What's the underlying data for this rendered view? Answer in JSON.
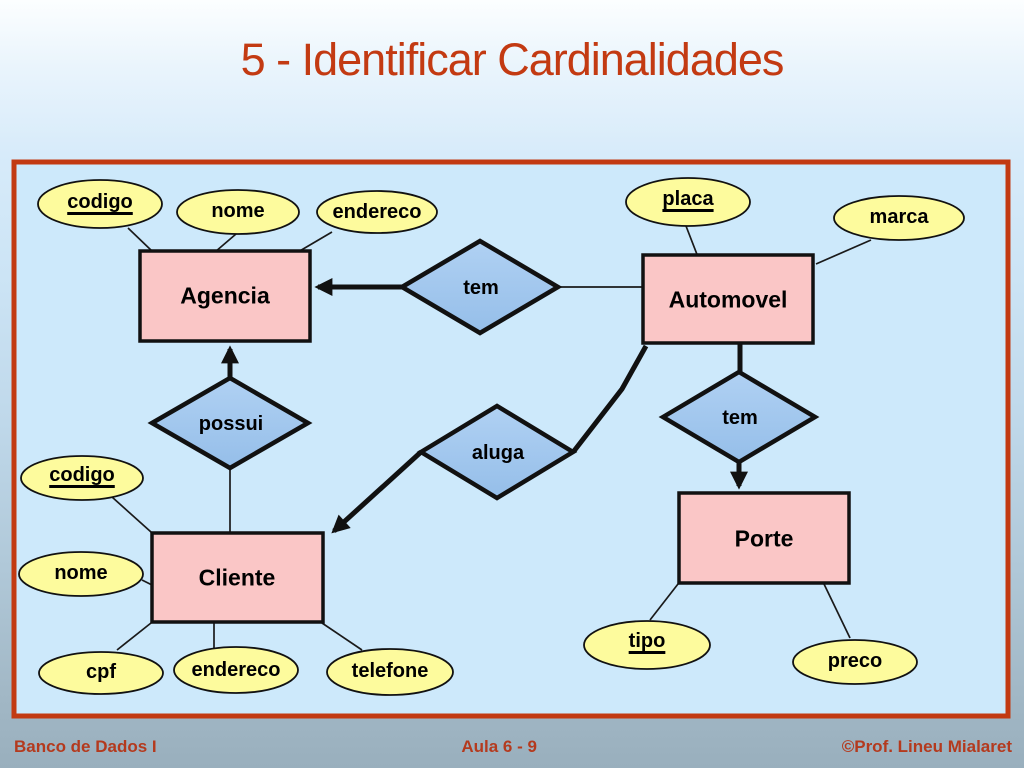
{
  "slide": {
    "title": "5 - Identificar Cardinalidades",
    "footer": {
      "left": "Banco de Dados I",
      "center": "Aula 6 - 9",
      "right": "©Prof. Lineu Mialaret"
    }
  },
  "colors": {
    "title_red": "#C33A12",
    "frame_red": "#C23A12",
    "entity_fill": "#FAC6C6",
    "relationship_fill": "#A5CAEF",
    "attribute_fill": "#FDFB9D",
    "canvas_blue": "#CDE9FB",
    "footer_text": "#B43A1E",
    "shape_stroke": "#111111"
  },
  "diagram": {
    "entities": [
      {
        "label": "Agencia"
      },
      {
        "label": "Automovel"
      },
      {
        "label": "Cliente"
      },
      {
        "label": "Porte"
      }
    ],
    "relationships": [
      {
        "label": "tem",
        "between": [
          "Automovel",
          "Agencia"
        ],
        "arrow_to": "Agencia"
      },
      {
        "label": "possui",
        "between": [
          "Cliente",
          "Agencia"
        ],
        "arrow_to": "Agencia"
      },
      {
        "label": "aluga",
        "between": [
          "Automovel",
          "Cliente"
        ],
        "arrow_to": "Cliente"
      },
      {
        "label": "tem",
        "between": [
          "Automovel",
          "Porte"
        ],
        "arrow_to": "Porte"
      }
    ],
    "attributes": [
      {
        "label": "codigo",
        "entity": "Agencia",
        "key": true
      },
      {
        "label": "nome",
        "entity": "Agencia",
        "key": false
      },
      {
        "label": "endereco",
        "entity": "Agencia",
        "key": false
      },
      {
        "label": "placa",
        "entity": "Automovel",
        "key": true
      },
      {
        "label": "marca",
        "entity": "Automovel",
        "key": false
      },
      {
        "label": "codigo",
        "entity": "Cliente",
        "key": true
      },
      {
        "label": "nome",
        "entity": "Cliente",
        "key": false
      },
      {
        "label": "cpf",
        "entity": "Cliente",
        "key": false
      },
      {
        "label": "endereco",
        "entity": "Cliente",
        "key": false
      },
      {
        "label": "telefone",
        "entity": "Cliente",
        "key": false
      },
      {
        "label": "tipo",
        "entity": "Porte",
        "key": true
      },
      {
        "label": "preco",
        "entity": "Porte",
        "key": false
      }
    ]
  }
}
